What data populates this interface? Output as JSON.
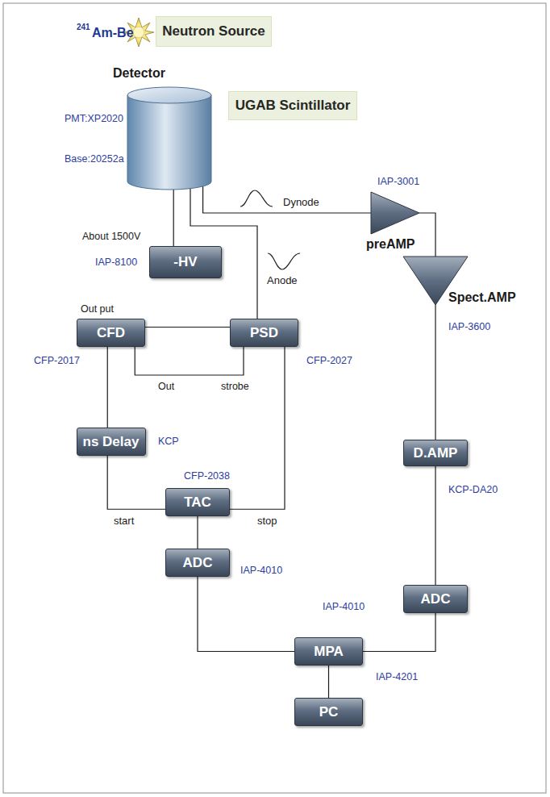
{
  "diagram": {
    "nodes": [
      {
        "text": [
          "Neutron Source"
        ]
      },
      {
        "text": [
          "Detector"
        ]
      },
      {
        "text": [
          "UGAB Scintillator"
        ]
      },
      {
        "text": [
          "preAMP"
        ]
      },
      {
        "text": [
          "-HV"
        ]
      },
      {
        "text": [
          "CFD"
        ]
      },
      {
        "text": [
          "PSD"
        ]
      },
      {
        "text": [
          "Spect.AMP"
        ]
      },
      {
        "text": [
          "ns Delay"
        ]
      },
      {
        "text": [
          "TAC"
        ]
      },
      {
        "text": [
          "D.AMP"
        ]
      },
      {
        "text": [
          "ADC"
        ]
      },
      {
        "text": [
          "ADC"
        ]
      },
      {
        "text": [
          "MPA"
        ]
      },
      {
        "text": [
          "PC"
        ]
      }
    ],
    "edges": [
      {
        "from": 1,
        "to": 3,
        "label": "Dynode",
        "arrow": "none"
      },
      {
        "from": 1,
        "to": 4,
        "arrow": "none"
      },
      {
        "from": 1,
        "to": 6,
        "label": "Anode",
        "arrow": "none"
      },
      {
        "from": 3,
        "to": 7,
        "arrow": "none"
      },
      {
        "from": 7,
        "to": 10,
        "arrow": "none"
      },
      {
        "from": 10,
        "to": 12,
        "arrow": "none"
      },
      {
        "from": 12,
        "to": 13,
        "arrow": "none"
      },
      {
        "from": 11,
        "to": 13,
        "arrow": "none"
      },
      {
        "from": 13,
        "to": 14,
        "arrow": "none"
      },
      {
        "from": 9,
        "to": 11,
        "arrow": "none"
      },
      {
        "from": 5,
        "to": 6,
        "arrow": "none"
      },
      {
        "from": 5,
        "to": 6,
        "arrow": "none"
      },
      {
        "from": 5,
        "to": 8,
        "arrow": "none"
      },
      {
        "from": 8,
        "to": 9,
        "label": "start",
        "arrow": "none"
      },
      {
        "from": 6,
        "to": 9,
        "label": "stop",
        "arrow": "none"
      }
    ],
    "labels": [
      "241",
      "Am-Be",
      "PMT:XP2020",
      "Base:20252a",
      "IAP-3001",
      "About 1500V",
      "IAP-8100",
      "Out put",
      "IAP-3600",
      "CFP-2017",
      "CFP-2027",
      "Out",
      "strobe",
      "KCP",
      "CFP-2038",
      "KCP-DA20",
      "IAP-4010",
      "IAP-4010",
      "IAP-4201"
    ]
  }
}
